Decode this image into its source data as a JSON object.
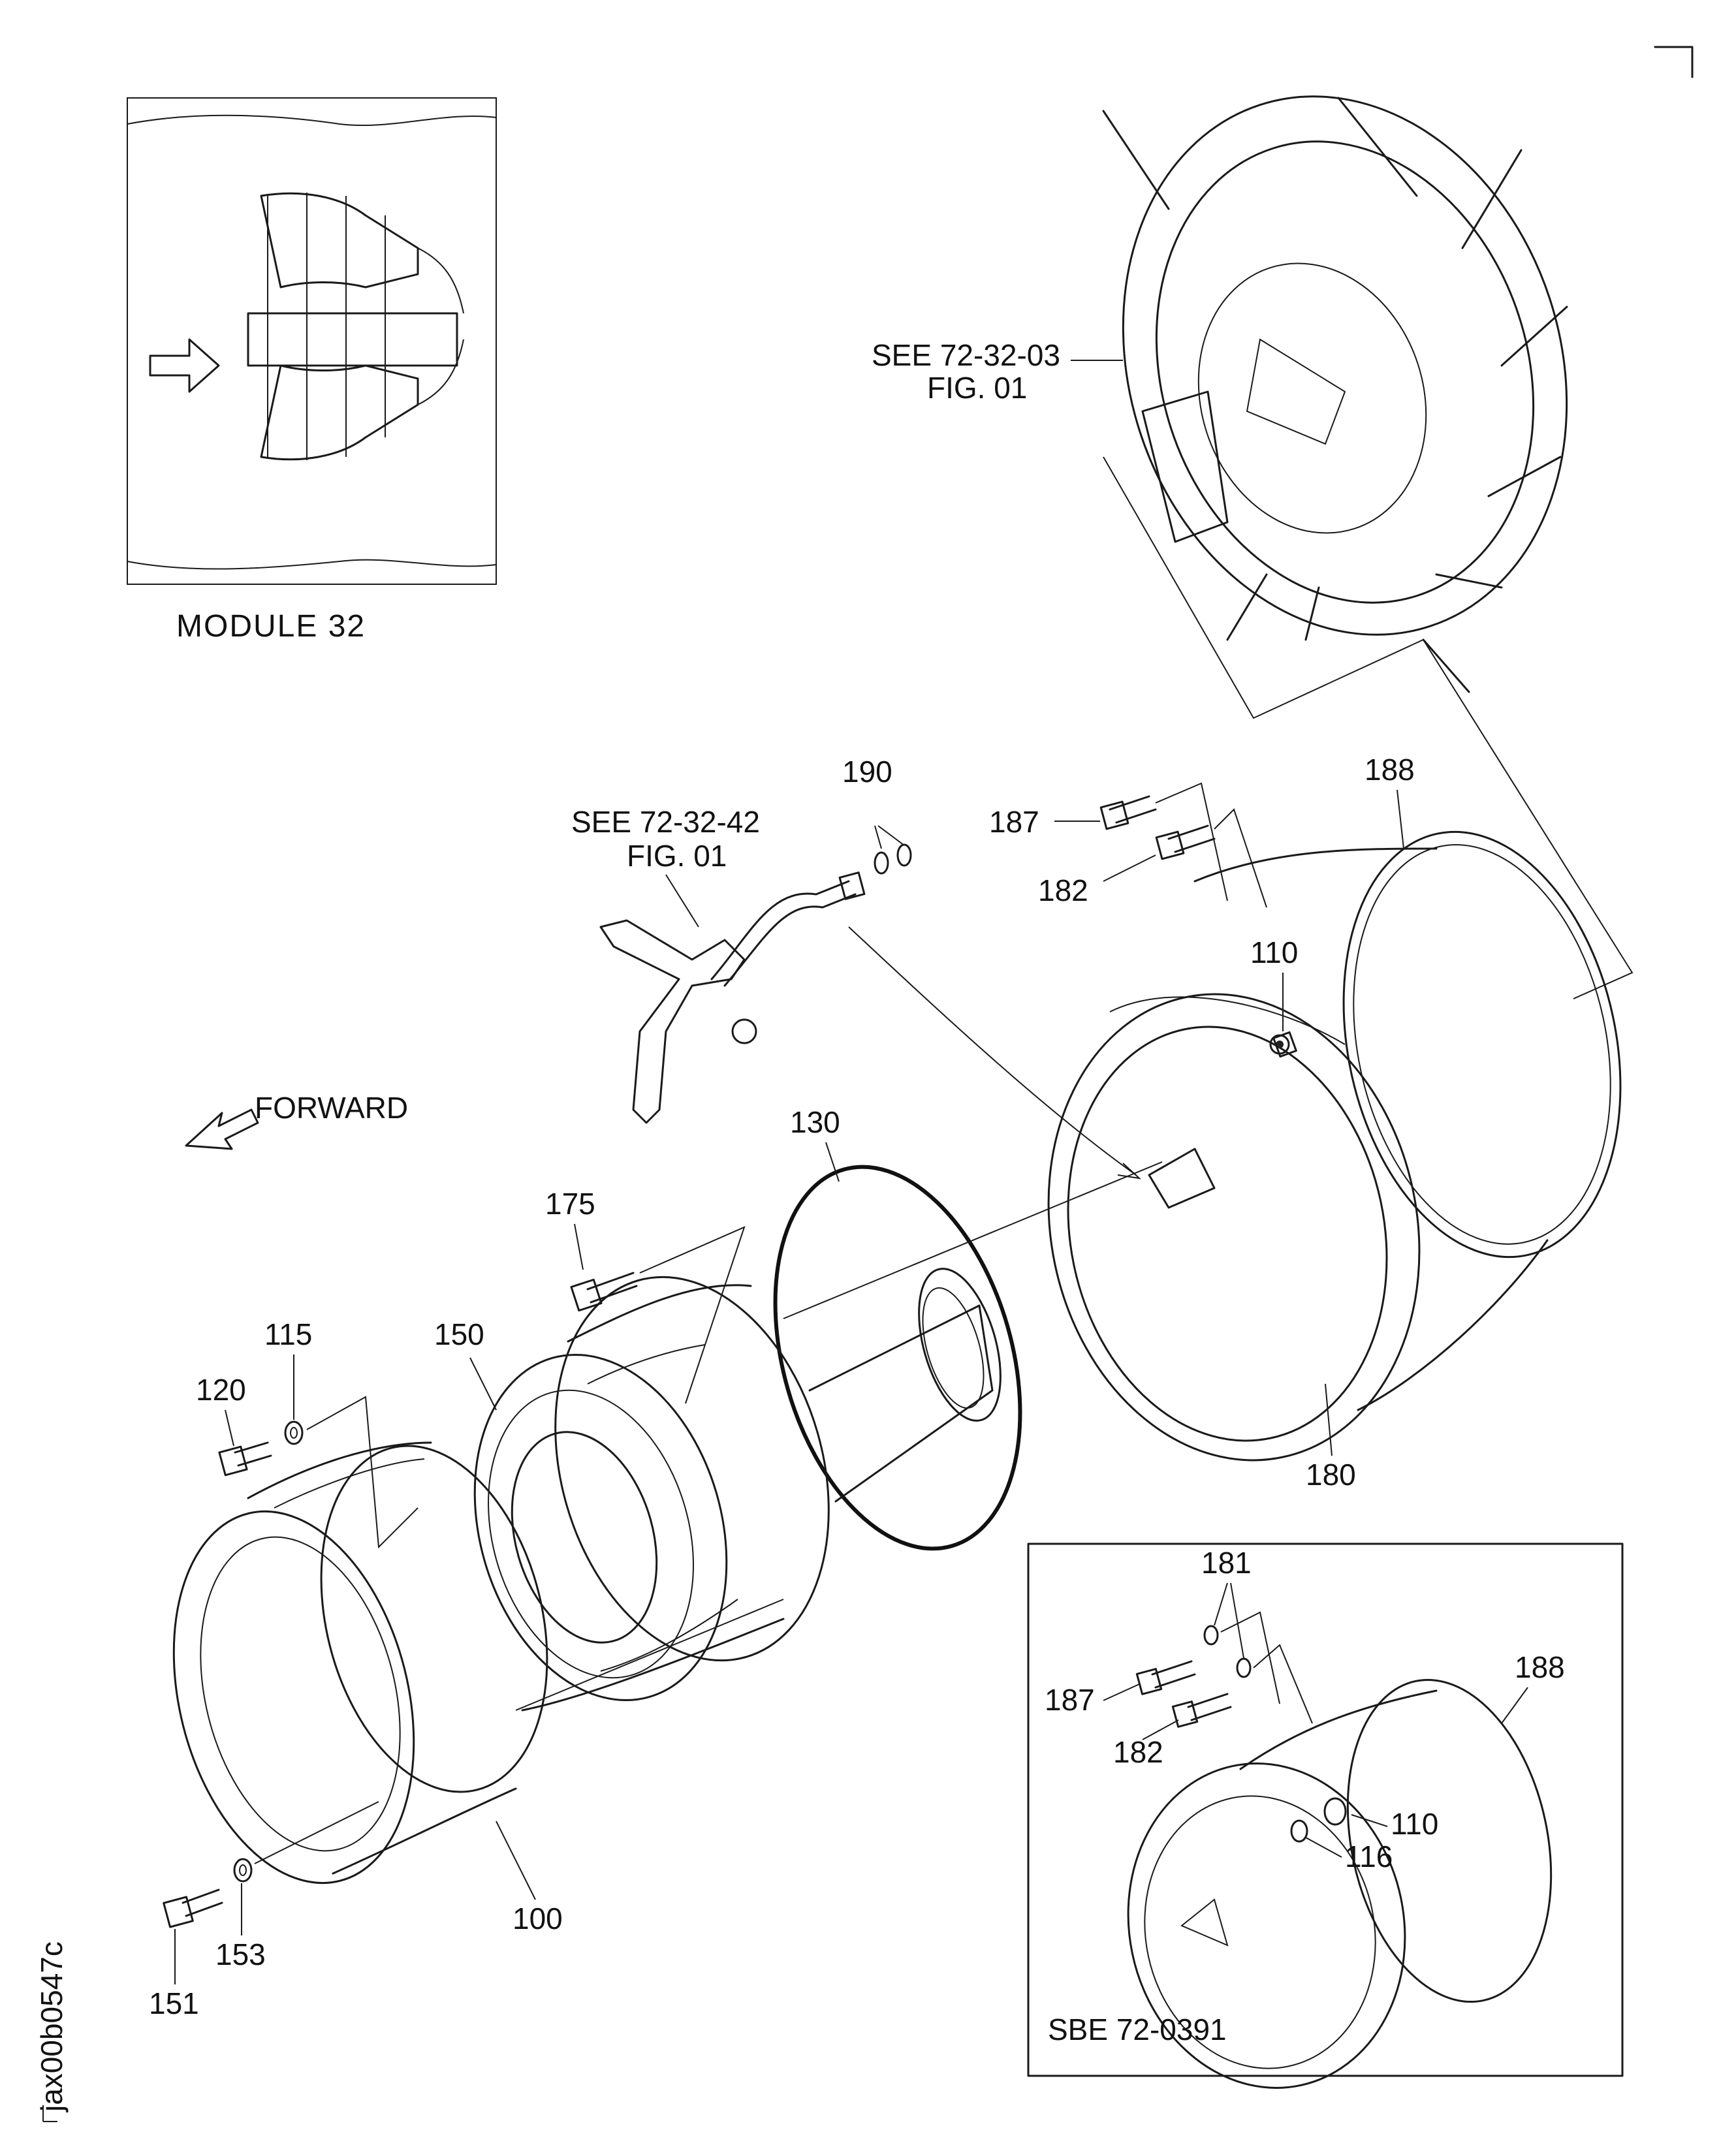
{
  "diagram": {
    "drawing_id": "jax00b0547c",
    "direction_label": "FORWARD",
    "module_view": {
      "caption": "MODULE 32"
    },
    "references": [
      {
        "line1": "SEE 72-32-03",
        "line2": "FIG. 01"
      },
      {
        "line1": "SEE 72-32-42",
        "line2": "FIG. 01"
      }
    ],
    "inset": {
      "caption": "SBE 72-0391"
    },
    "callouts": {
      "c190": "190",
      "c188": "188",
      "c187": "187",
      "c182": "182",
      "c110": "110",
      "c130": "130",
      "c175": "175",
      "c150": "150",
      "c115": "115",
      "c120": "120",
      "c180": "180",
      "c100": "100",
      "c153": "153",
      "c151": "151",
      "inset_181": "181",
      "inset_187": "187",
      "inset_182": "182",
      "inset_188": "188",
      "inset_110": "110",
      "inset_116": "116"
    }
  }
}
